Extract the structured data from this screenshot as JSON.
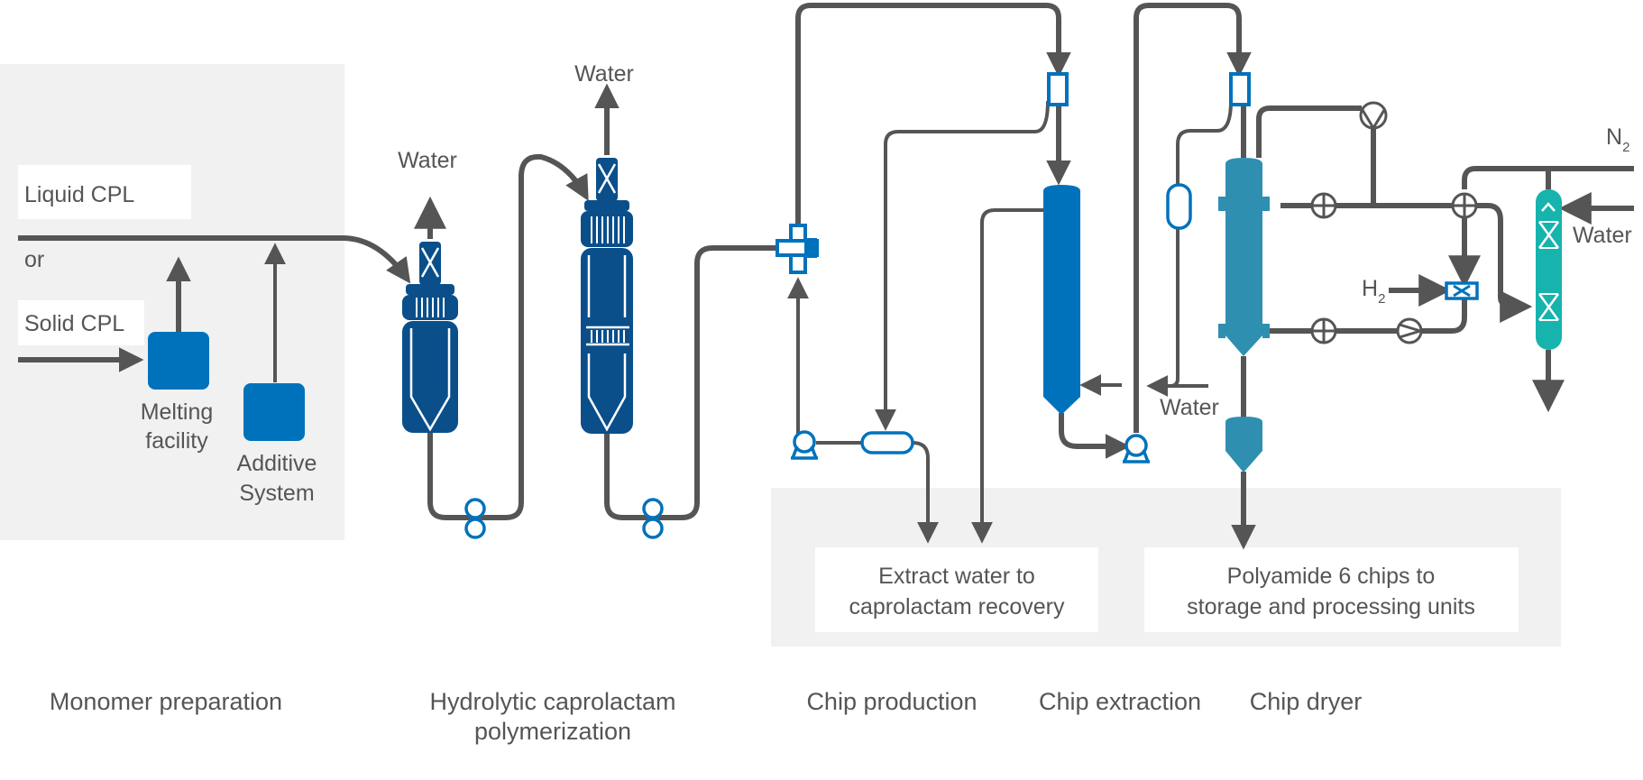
{
  "labels": {
    "liquid_cpl": "Liquid CPL",
    "or": "or",
    "solid_cpl": "Solid CPL",
    "melting_line1": "Melting",
    "melting_line2": "facility",
    "additive_line1": "Additive",
    "additive_line2": "System",
    "water": "Water",
    "n2_main": "N",
    "n2_sub": "2",
    "h2_main": "H",
    "h2_sub": "2",
    "extract_line1": "Extract water to",
    "extract_line2": "caprolactam recovery",
    "pa6_line1": "Polyamide 6 chips to",
    "pa6_line2": "storage and processing units"
  },
  "sections": {
    "monomer": "Monomer preparation",
    "hydrolytic_line1": "Hydrolytic caprolactam",
    "hydrolytic_line2": "polymerization",
    "chip_production": "Chip production",
    "chip_extraction": "Chip extraction",
    "chip_dryer": "Chip dryer"
  },
  "colors": {
    "pipe": "#555555",
    "vessel_dark": "#0a4f8a",
    "vessel_blue": "#0072bc",
    "vessel_steel": "#2f8fb0",
    "vessel_teal": "#17b3ad",
    "panel": "#f0f1f0"
  }
}
